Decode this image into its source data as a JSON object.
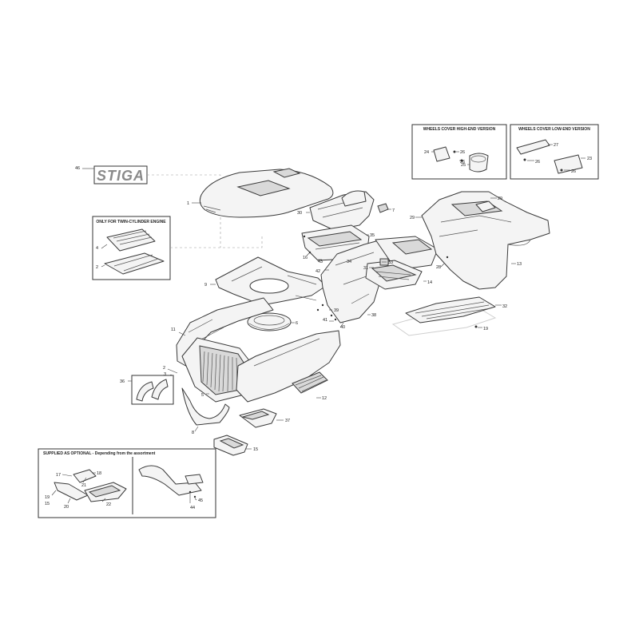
{
  "brand": {
    "logo_text": "STIGA"
  },
  "boxes": {
    "high_end": "WHEELS COVER HIGH-END VERSION",
    "low_end": "WHEELS COVER LOW-END VERSION",
    "twin_cylinder": "ONLY FOR TWIN-CYLINDER ENGINE",
    "optional": "SUPPLIED AS OPTIONAL - Depending from the assortment"
  },
  "callouts": {
    "c1": "1",
    "c2": "2",
    "c3": "3",
    "c4": "4",
    "c5": "5",
    "c6": "6",
    "c7": "7",
    "c8": "8",
    "c9": "9",
    "c10": "10",
    "c11": "11",
    "c12": "12",
    "c13": "13",
    "c14": "14",
    "c15": "15",
    "c16": "16",
    "c17": "17",
    "c18": "18",
    "c19": "19",
    "c20": "20",
    "c21": "21",
    "c22": "22",
    "c23": "23",
    "c24": "24",
    "c25": "25",
    "c26": "26",
    "c27": "27",
    "c28": "28",
    "c29": "29",
    "c30": "30",
    "c31": "31",
    "c32": "32",
    "c33": "33",
    "c34": "34",
    "c35": "35",
    "c36": "36",
    "c37": "37",
    "c38": "38",
    "c39": "39",
    "c40": "40",
    "c41": "41",
    "c42": "42",
    "c43": "43",
    "c44": "44",
    "c45": "45",
    "c46": "46"
  }
}
